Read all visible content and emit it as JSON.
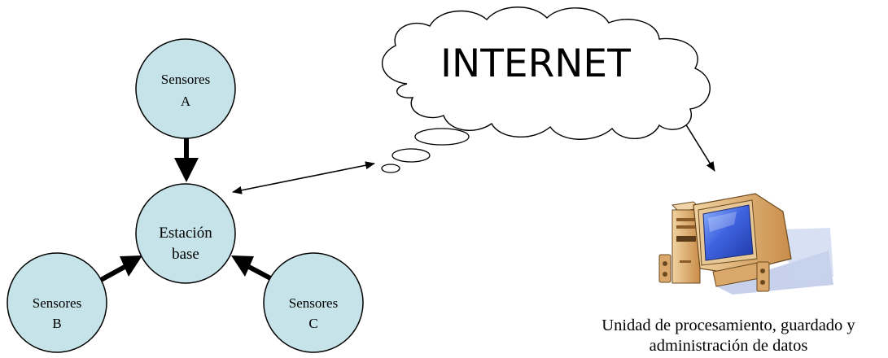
{
  "nodes": {
    "sensores_a": {
      "line1": "Sensores",
      "line2": "A"
    },
    "estacion_base": {
      "line1": "Estación",
      "line2": "base"
    },
    "sensores_b": {
      "line1": "Sensores",
      "line2": "B"
    },
    "sensores_c": {
      "line1": "Sensores",
      "line2": "C"
    }
  },
  "cloud": {
    "label": "INTERNET"
  },
  "computer": {
    "caption_line1": "Unidad de procesamiento, guardado y",
    "caption_line2": "administración de datos"
  },
  "colors": {
    "node_fill": "#c5e3e8",
    "screen_blue": "#3f63e0",
    "monitor_beige": "#d9a86a"
  }
}
